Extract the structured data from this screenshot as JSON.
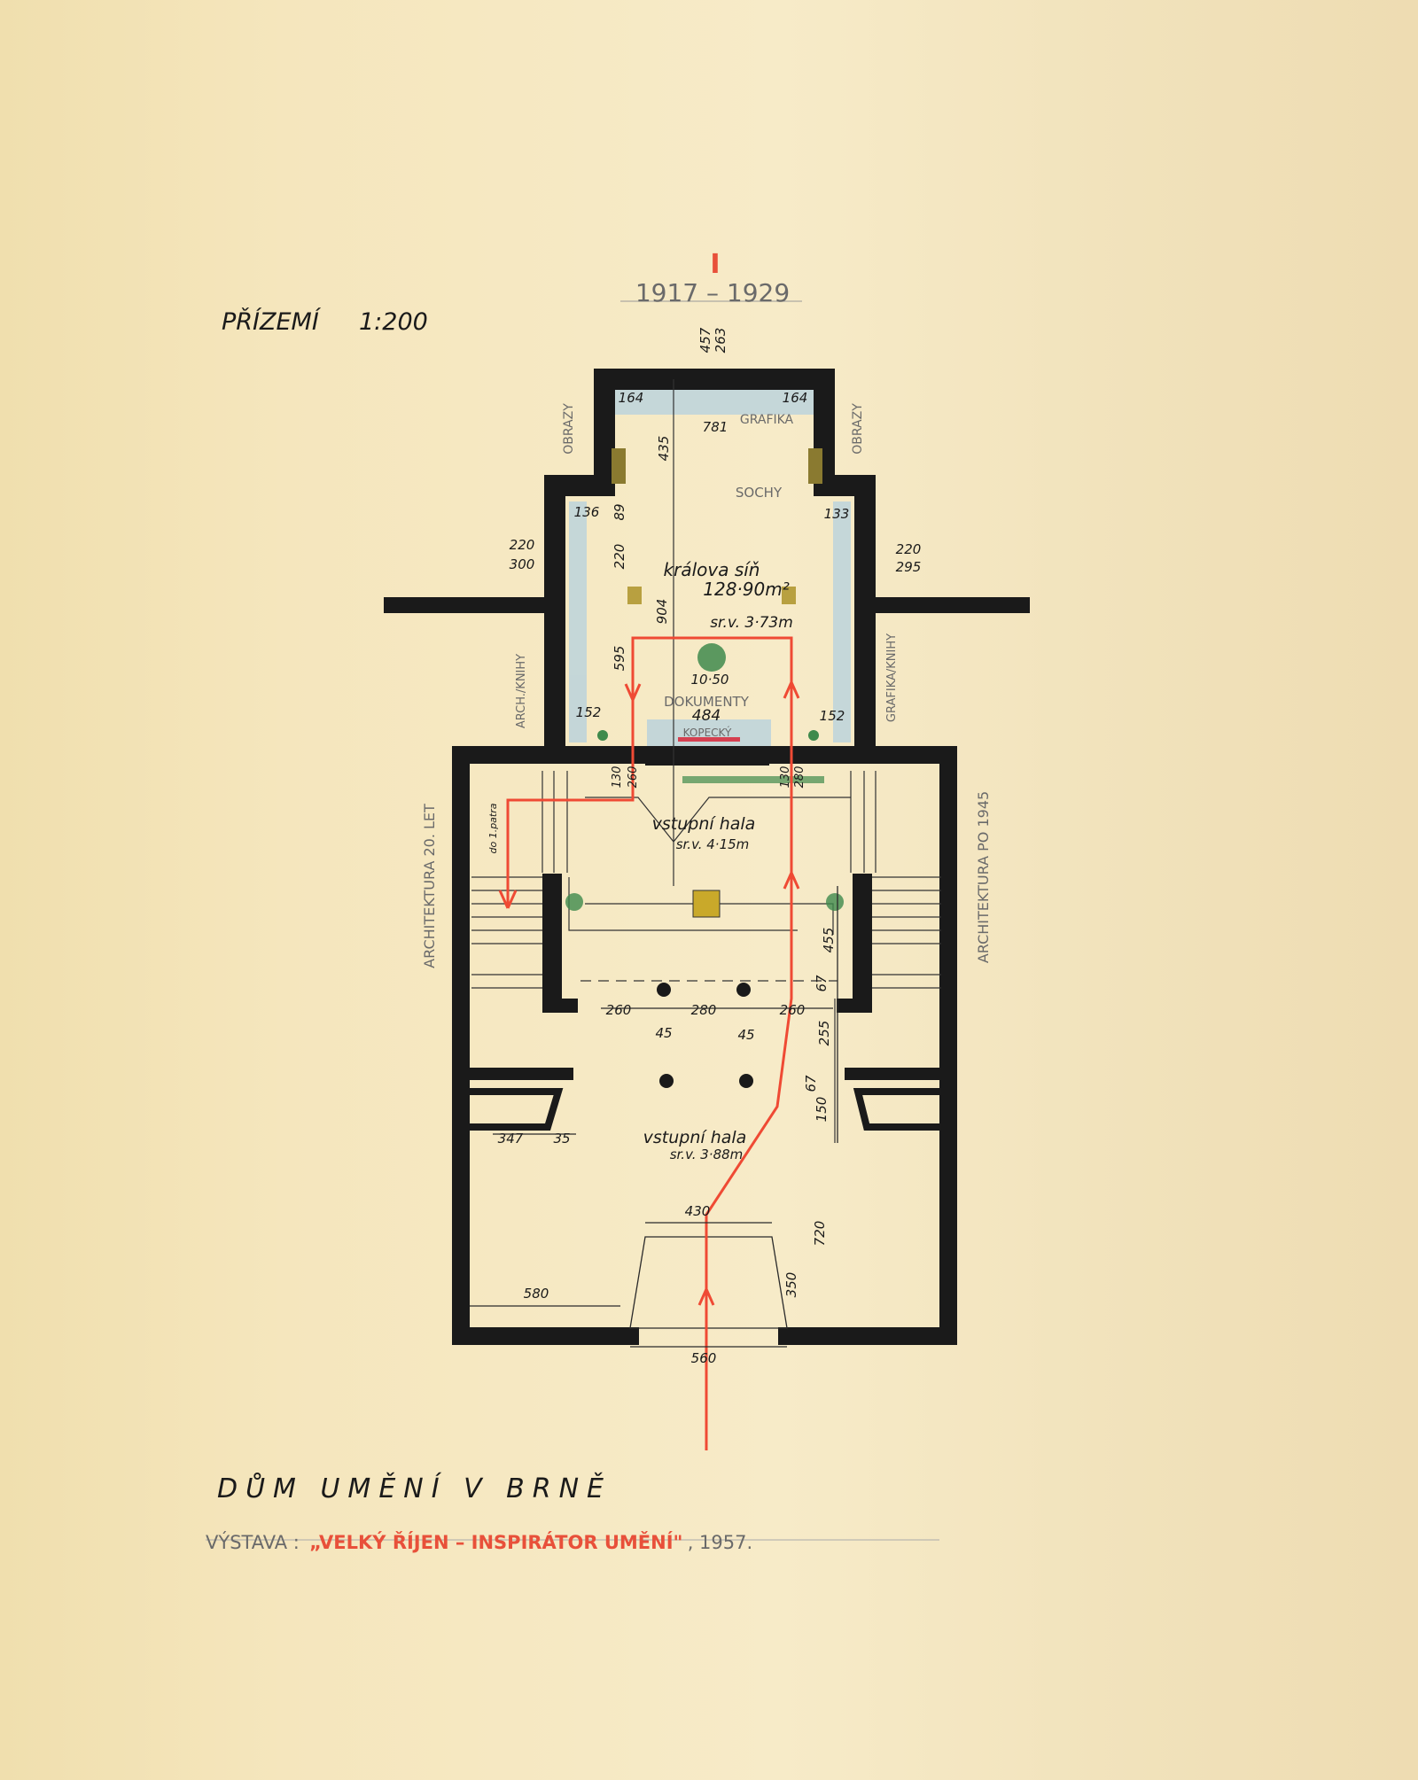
{
  "header": {
    "floor_label": "PŘÍZEMÍ",
    "scale": "1:200",
    "section_numeral": "I",
    "period": "1917 – 1929"
  },
  "plan": {
    "rooms": {
      "main_hall_name": "králova síň",
      "main_hall_area": "128·90m²",
      "main_hall_height": "sr.v. 3·73m",
      "entry_hall_upper_name": "vstupní hala",
      "entry_hall_upper_height": "sr.v. 4·15m",
      "entry_hall_lower_name": "vstupní hala",
      "entry_hall_lower_height": "sr.v. 3·88m"
    },
    "labels": {
      "grafika": "GRAFIKA",
      "obrazy_left": "OBRAZY",
      "obrazy_right": "OBRAZY",
      "sochy": "SOCHY",
      "dokumenty": "DOKUMENTY",
      "kopecky": "KOPECKÝ",
      "arch_knihy": "ARCH./KNIHY",
      "grafika_knihy": "GRAFIKA/KNIHY",
      "do_patra": "do 1.patra",
      "arch_20_let": "ARCHITEKTURA 20. LET",
      "arch_po_1945": "ARCHITEKTURA PO 1945"
    },
    "dimensions": {
      "d457": "457",
      "d263": "263",
      "d164a": "164",
      "d164b": "164",
      "d781": "781",
      "d435": "435",
      "d136": "136",
      "d89": "89",
      "d133": "133",
      "d220l": "220",
      "d300": "300",
      "d220r": "220",
      "d295": "295",
      "d220v": "220",
      "d904": "904",
      "d595": "595",
      "d1050": "10·50",
      "d484": "484",
      "d152l": "152",
      "d152r": "152",
      "d130a": "130",
      "d260a": "260",
      "d130b": "130",
      "d280a": "280",
      "d455": "455",
      "d67a": "67",
      "d260l": "260",
      "d280": "280",
      "d260r": "260",
      "d45a": "45",
      "d45b": "45",
      "d255": "255",
      "d67b": "67",
      "d150": "150",
      "d347": "347",
      "d35": "35",
      "d430": "430",
      "d720": "720",
      "d350": "350",
      "d580": "580",
      "d560": "560"
    }
  },
  "footer": {
    "title": "DŮM UMĚNÍ V BRNĚ",
    "exhibition_prefix": "VÝSTAVA :",
    "exhibition_name": "„VELKÝ ŘÍJEN – INSPIRÁTOR UMĚNÍ\"",
    "exhibition_year": ", 1957."
  },
  "colors": {
    "paper": "#f5e6bd",
    "ink": "#1a1a1a",
    "route": "#ef4a34",
    "display_blue": "#bcd3dc",
    "plant_green": "#3f8a4c",
    "sculpture_gold": "#c9a92a"
  }
}
